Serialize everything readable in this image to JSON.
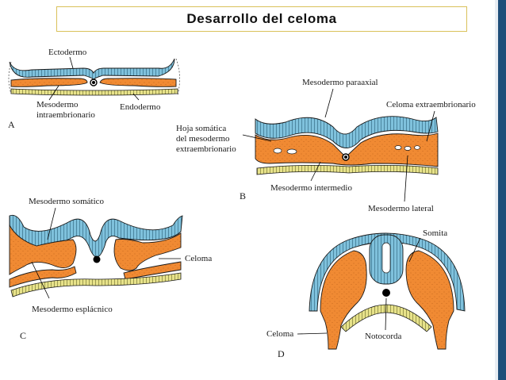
{
  "slide": {
    "title": "Desarrollo del celoma"
  },
  "colors": {
    "ectoderm": "#7fc1dc",
    "mesoderm": "#f08a33",
    "endoderm": "#e7e28a",
    "outline": "#1a1a1a",
    "accent_bar": "#1f4e79"
  },
  "panels": {
    "A": {
      "letter": "A",
      "ectodermo": "Ectodermo",
      "mesodermo_intra_1": "Mesodermo",
      "mesodermo_intra_2": "intraembrionario",
      "endodermo": "Endodermo"
    },
    "B": {
      "letter": "B",
      "paraaxial": "Mesodermo paraaxial",
      "celoma_extra": "Celoma extraembrionario",
      "hoja_1": "Hoja somática",
      "hoja_2": "del mesodermo",
      "hoja_3": "extraembrionario",
      "intermedio": "Mesodermo intermedio",
      "lateral": "Mesodermo lateral"
    },
    "C": {
      "letter": "C",
      "somatico": "Mesodermo somático",
      "celoma": "Celoma",
      "esplacnico": "Mesodermo esplácnico"
    },
    "D": {
      "letter": "D",
      "somita": "Somita",
      "celoma": "Celoma",
      "notocorda": "Notocorda"
    }
  }
}
